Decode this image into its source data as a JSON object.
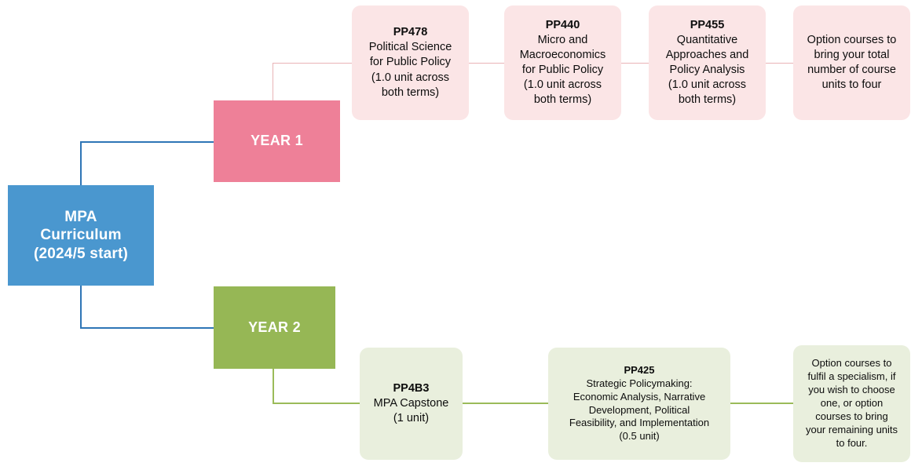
{
  "diagram": {
    "title": "MPA Curriculum (2024/5 start)",
    "colors": {
      "root": "#4A97CF",
      "year1": "#EE8098",
      "year2": "#96B755",
      "year1_card": "#FBE5E6",
      "year2_card": "#E9EFDD",
      "line_blue": "#2E75B6",
      "line_pink": "#E9B3B6",
      "line_green": "#9BBB59"
    }
  },
  "root": {
    "label": "MPA\nCurriculum\n(2024/5 start)"
  },
  "year1": {
    "label": "YEAR 1",
    "courses": [
      {
        "code": "PP478",
        "desc": "Political Science\nfor Public Policy\n(1.0 unit across\nboth terms)"
      },
      {
        "code": "PP440",
        "desc": "Micro and\nMacroeconomics\nfor Public Policy\n(1.0 unit across\nboth terms)"
      },
      {
        "code": "PP455",
        "desc": "Quantitative\nApproaches and\nPolicy Analysis\n(1.0 unit across\nboth terms)"
      },
      {
        "code": "",
        "desc": "Option courses to\nbring your total\nnumber of course\nunits to four"
      }
    ]
  },
  "year2": {
    "label": "YEAR 2",
    "courses": [
      {
        "code": "PP4B3",
        "desc": "MPA Capstone\n(1 unit)"
      },
      {
        "code": "PP425",
        "desc": "Strategic Policymaking:\nEconomic Analysis, Narrative\nDevelopment, Political\nFeasibility, and Implementation\n(0.5 unit)"
      },
      {
        "code": "",
        "desc": "Option courses to\nfulfil a specialism, if\nyou wish to choose\none, or option\ncourses to bring\nyour remaining units\nto four."
      }
    ]
  }
}
